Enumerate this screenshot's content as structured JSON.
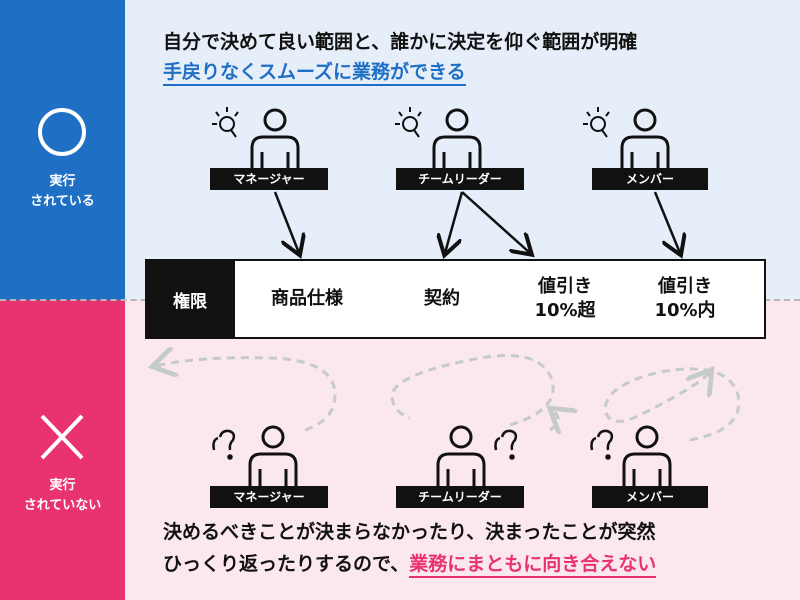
{
  "side": {
    "top_symbol": "〇",
    "top_label_line1": "実行",
    "top_label_line2": "されている",
    "bottom_symbol": "×",
    "bottom_label_line1": "実行",
    "bottom_label_line2": "されていない"
  },
  "top": {
    "headline_line1": "自分で決めて良い範囲と、誰かに決定を仰ぐ範囲が明確",
    "headline_line2": "手戻りなくスムーズに業務ができる"
  },
  "roles": {
    "manager": "マネージャー",
    "team_leader": "チームリーダー",
    "member": "メンバー"
  },
  "authority": {
    "label": "権限",
    "items": [
      "商品仕様",
      "契約",
      "値引き\n10%超",
      "値引き\n10%内"
    ]
  },
  "bottom": {
    "text_line1": "決めるべきことが決まらなかったり、決まったことが突然",
    "text_line2_plain": "ひっくり返ったりするので、",
    "text_line2_highlight": "業務にまともに向き合えない"
  },
  "icons": {
    "person": "person-icon",
    "idea": "lightbulb-icon",
    "question": "question-icon"
  },
  "colors": {
    "blue": "#1f6fc5",
    "pink": "#e8336f"
  }
}
